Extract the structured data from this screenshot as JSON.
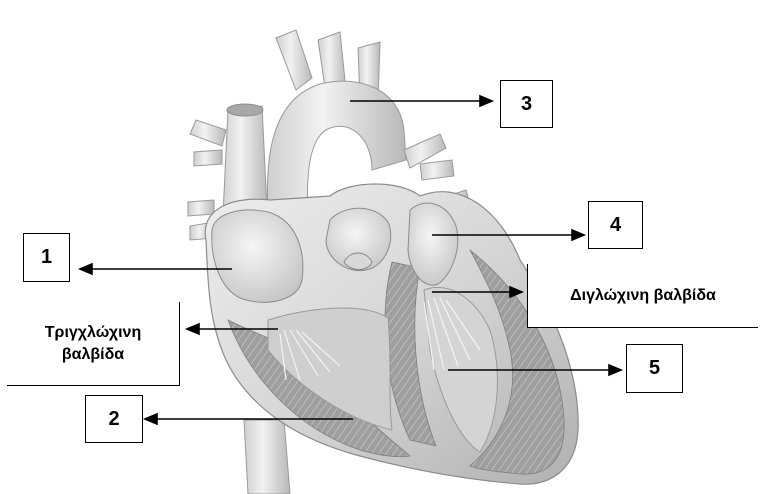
{
  "labels": {
    "n1": "1",
    "n2": "2",
    "n3": "3",
    "n4": "4",
    "n5": "5",
    "tricuspid_line1": "Τριγχλώχινη",
    "tricuspid_line2": "βαλβίδα",
    "mitral": "Διγλώχινη βαλβίδα"
  }
}
